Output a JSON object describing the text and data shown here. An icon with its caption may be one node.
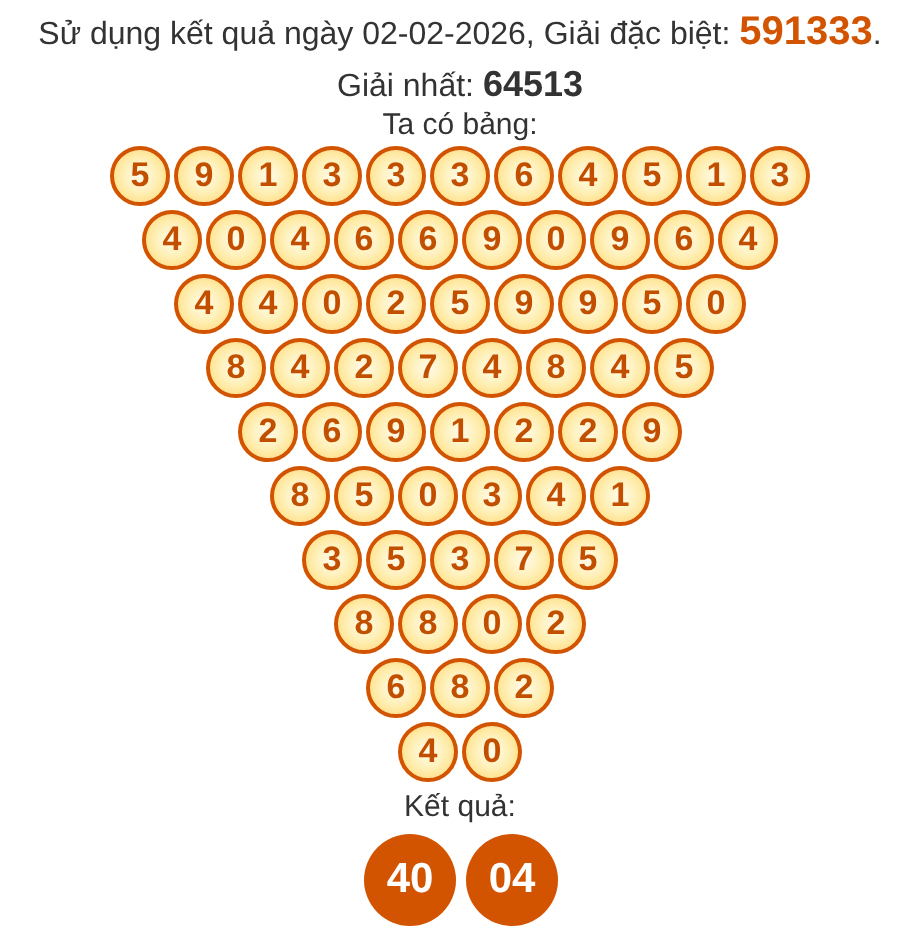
{
  "diagram": {
    "title": "Sử dụng kết quả ngày 02-02-2026, Giải đặc biệt: **591333**. Giải nhất: **64513**",
    "nodes": [
      {
        "text": [
          "5"
        ]
      },
      {
        "text": [
          "9"
        ]
      },
      {
        "text": [
          "1"
        ]
      },
      {
        "text": [
          "3"
        ]
      },
      {
        "text": [
          "3"
        ]
      },
      {
        "text": [
          "3"
        ]
      },
      {
        "text": [
          "6"
        ]
      },
      {
        "text": [
          "4"
        ]
      },
      {
        "text": [
          "5"
        ]
      },
      {
        "text": [
          "1"
        ]
      },
      {
        "text": [
          "3"
        ]
      },
      {
        "text": [
          "4"
        ]
      },
      {
        "text": [
          "0"
        ]
      },
      {
        "text": [
          "4"
        ]
      },
      {
        "text": [
          "6"
        ]
      },
      {
        "text": [
          "6"
        ]
      },
      {
        "text": [
          "9"
        ]
      },
      {
        "text": [
          "0"
        ]
      },
      {
        "text": [
          "9"
        ]
      },
      {
        "text": [
          "6"
        ]
      },
      {
        "text": [
          "4"
        ]
      },
      {
        "text": [
          "4"
        ]
      },
      {
        "text": [
          "4"
        ]
      },
      {
        "text": [
          "0"
        ]
      },
      {
        "text": [
          "2"
        ]
      },
      {
        "text": [
          "5"
        ]
      },
      {
        "text": [
          "9"
        ]
      },
      {
        "text": [
          "9"
        ]
      },
      {
        "text": [
          "5"
        ]
      },
      {
        "text": [
          "0"
        ]
      },
      {
        "text": [
          "8"
        ]
      },
      {
        "text": [
          "4"
        ]
      },
      {
        "text": [
          "2"
        ]
      },
      {
        "text": [
          "7"
        ]
      },
      {
        "text": [
          "4"
        ]
      },
      {
        "text": [
          "8"
        ]
      },
      {
        "text": [
          "4"
        ]
      },
      {
        "text": [
          "5"
        ]
      },
      {
        "text": [
          "2"
        ]
      },
      {
        "text": [
          "6"
        ]
      },
      {
        "text": [
          "9"
        ]
      },
      {
        "text": [
          "1"
        ]
      },
      {
        "text": [
          "2"
        ]
      },
      {
        "text": [
          "2"
        ]
      },
      {
        "text": [
          "9"
        ]
      },
      {
        "text": [
          "8"
        ]
      },
      {
        "text": [
          "5"
        ]
      },
      {
        "text": [
          "0"
        ]
      },
      {
        "text": [
          "3"
        ]
      },
      {
        "text": [
          "4"
        ]
      },
      {
        "text": [
          "1"
        ]
      },
      {
        "text": [
          "3"
        ]
      },
      {
        "text": [
          "5"
        ]
      },
      {
        "text": [
          "3"
        ]
      },
      {
        "text": [
          "7"
        ]
      },
      {
        "text": [
          "5"
        ]
      },
      {
        "text": [
          "8"
        ]
      },
      {
        "text": [
          "8"
        ]
      },
      {
        "text": [
          "0"
        ]
      },
      {
        "text": [
          "2"
        ]
      },
      {
        "text": [
          "6"
        ]
      },
      {
        "text": [
          "8"
        ]
      },
      {
        "text": [
          "2"
        ]
      },
      {
        "text": [
          "4"
        ]
      },
      {
        "text": [
          "0"
        ]
      },
      {
        "text": [
          "40"
        ]
      },
      {
        "text": [
          "04"
        ]
      }
    ],
    "labels": [
      "Ta có bảng:",
      "Kết quả:"
    ]
  }
}
